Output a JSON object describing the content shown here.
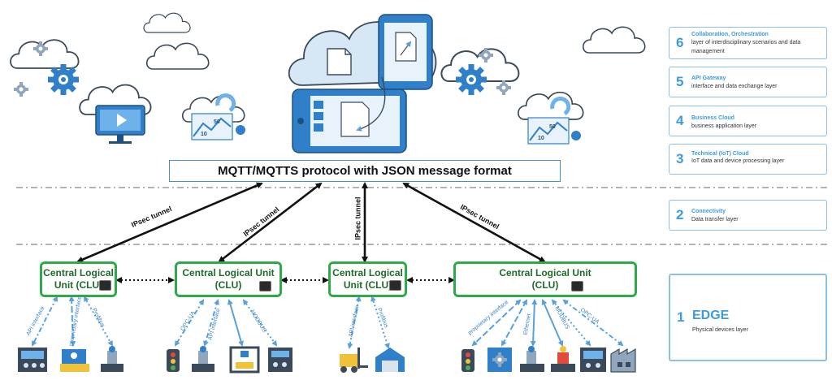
{
  "protocol_label": "MQTT/MQTTS protocol with JSON message format",
  "tunnels": [
    "IPsec tunnel",
    "IPsec tunnel",
    "IPsec tunnel",
    "IPsec tunnel"
  ],
  "clus": [
    {
      "line1": "Central Logical",
      "line2": "Unit (CLU)"
    },
    {
      "line1": "Central Logical Unit",
      "line2": "(CLU)"
    },
    {
      "line1": "Central Logical",
      "line2": "Unit (CLU)"
    },
    {
      "line1": "Central Logical Unit",
      "line2": "(CLU)"
    }
  ],
  "interfaces": {
    "clu1": [
      "API interface",
      "proprietary interface",
      "Profibus"
    ],
    "clu2": [
      "OPC-UA",
      "API interface",
      "MODBUS"
    ],
    "clu3": [
      "API interface",
      "Profibus"
    ],
    "clu4": [
      "proprietary interface",
      "Ethernet",
      "MODBUS",
      "OPC-UA"
    ]
  },
  "dashboard_values": {
    "left_a": "50",
    "left_b": "10",
    "right_a": "50",
    "right_b": "10"
  },
  "layers": [
    {
      "num": "6",
      "title": "Collaboration, Orchestration",
      "desc": "layer of interdisciplinary scenarios and data management"
    },
    {
      "num": "5",
      "title": "API Gateway",
      "desc": "interface and data exchange layer"
    },
    {
      "num": "4",
      "title": "Business Cloud",
      "desc": "business application layer"
    },
    {
      "num": "3",
      "title": "Technical (IoT) Cloud",
      "desc": "IoT data and device processing layer"
    },
    {
      "num": "2",
      "title": "Connectivity",
      "desc": "Data transfer layer"
    },
    {
      "num": "1",
      "title": "EDGE",
      "desc": "Physical devices layer"
    }
  ],
  "colors": {
    "accent": "#3d9be0",
    "clu_border": "#2eaa4a",
    "arrow": "#111111",
    "device_link": "#5aa0dc"
  },
  "icons": [
    "cloud-icon",
    "gear-icon",
    "monitor-play-icon",
    "tablet-icon",
    "document-icon",
    "chart-dashboard-icon",
    "factory-icon",
    "forklift-icon",
    "warehouse-icon",
    "robot-arm-icon",
    "traffic-light-icon",
    "printer-3d-icon",
    "control-panel-icon"
  ]
}
